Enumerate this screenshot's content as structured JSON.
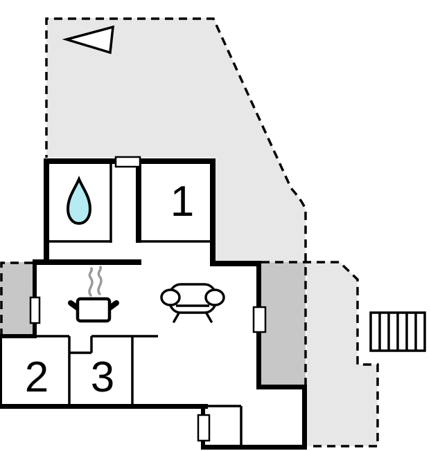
{
  "plan": {
    "kind": "holiday-home floor plan",
    "rooms": {
      "room1": {
        "label": "1"
      },
      "room2": {
        "label": "2"
      },
      "room3": {
        "label": "3"
      }
    },
    "icons": [
      "north-arrow-icon",
      "water-drop-icon",
      "stove-pot-icon",
      "steam-icon",
      "sofa-icon",
      "stairs-icon"
    ],
    "features": {
      "openings": [
        "terrace-door-top",
        "window-west",
        "window-east",
        "entrance-door-south"
      ],
      "outdoor": [
        "terrace-dashed-area",
        "patio-wall-left",
        "patio-wall-right",
        "external-stairs"
      ]
    }
  },
  "colors": {
    "background": "#ffffff",
    "wall": "#000000",
    "terrace_light": "#e7e7e7",
    "terrace_dark": "#c7c7c7",
    "water_drop": "#b5ebf2",
    "steam": "#9a9a9a"
  }
}
